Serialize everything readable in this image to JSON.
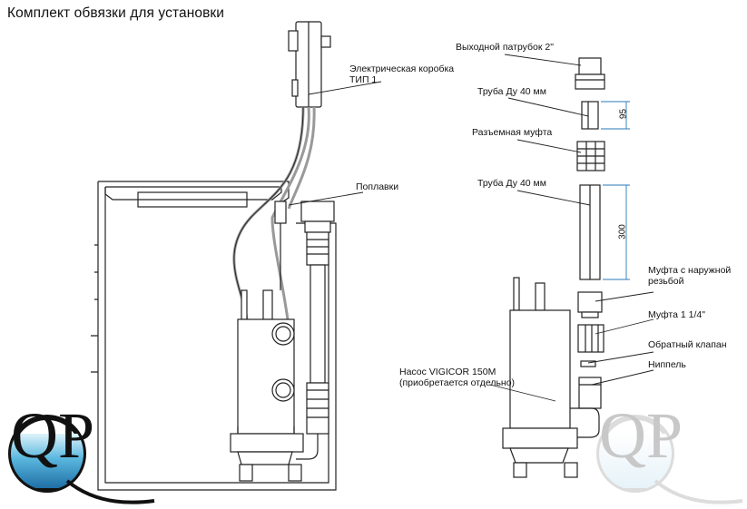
{
  "title": "Комплект обвязки для установки",
  "labels": {
    "junction_box": [
      "Электрическая коробка",
      "ТИП 1"
    ],
    "floats": "Поплавки",
    "outlet": "Выходной патрубок 2\"",
    "pipe_short": "Труба Ду 40 мм",
    "union": "Разъемная муфта",
    "pipe_long": "Труба Ду 40 мм",
    "coupling_external": [
      "Муфта с наружной",
      "резьбой"
    ],
    "coupling_114": "Муфта 1 1/4\"",
    "check_valve": "Обратный клапан",
    "nipple": "Ниппель",
    "pump": [
      "Насос VIGICOR 150M",
      "(приобретается отдельно)"
    ]
  },
  "dimensions": {
    "short_pipe": "95",
    "long_pipe": "300"
  },
  "logo": {
    "text": "QP"
  }
}
